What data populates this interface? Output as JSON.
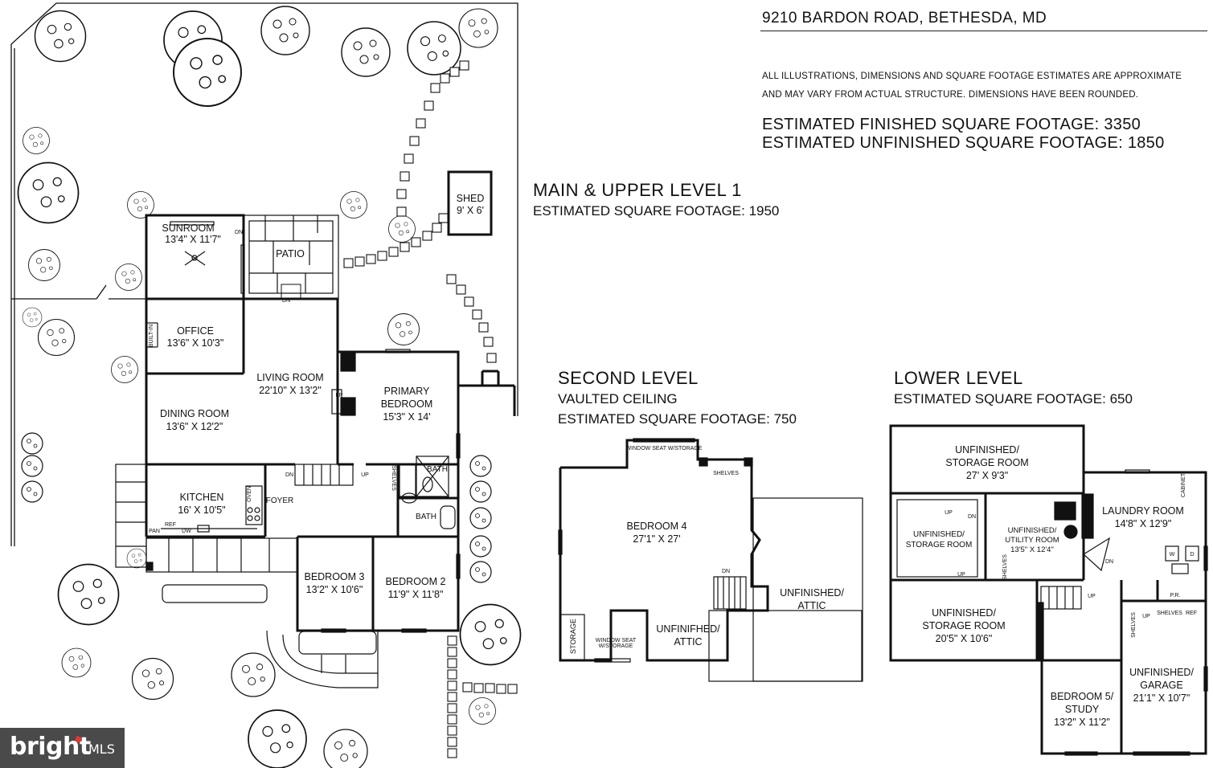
{
  "address": "9210 BARDON ROAD, BETHESDA, MD",
  "disclaimer": {
    "line1": "ALL ILLUSTRATIONS, DIMENSIONS AND SQUARE FOOTAGE ESTIMATES ARE APPROXIMATE",
    "line2": "AND MAY VARY FROM ACTUAL STRUCTURE. DIMENSIONS HAVE BEEN ROUNDED."
  },
  "totals": {
    "finished": "ESTIMATED FINISHED SQUARE FOOTAGE: 3350",
    "unfinished": "ESTIMATED UNFINISHED SQUARE FOOTAGE: 1850"
  },
  "main_level": {
    "title": "MAIN & UPPER LEVEL 1",
    "sqft": "ESTIMATED SQUARE FOOTAGE: 1950",
    "rooms": {
      "sunroom": {
        "name": "SUNROOM",
        "dims": "13'4\" X 11'7\""
      },
      "patio": {
        "name": "PATIO"
      },
      "shed": {
        "name": "SHED",
        "dims": "9' X 6'"
      },
      "office": {
        "name": "OFFICE",
        "dims": "13'6\" X 10'3\""
      },
      "living": {
        "name": "LIVING ROOM",
        "dims": "22'10\" X 13'2\""
      },
      "dining": {
        "name": "DINING ROOM",
        "dims": "13'6\" X 12'2\""
      },
      "primary": {
        "name1": "PRIMARY",
        "name2": "BEDROOM",
        "dims": "15'3\" X 14'"
      },
      "kitchen": {
        "name": "KITCHEN",
        "dims": "16' X 10'5\""
      },
      "foyer": {
        "name": "FOYER"
      },
      "bath1": {
        "name": "BATH"
      },
      "bath2": {
        "name": "BATH"
      },
      "bed3": {
        "name": "BEDROOM 3",
        "dims": "13'2\" X 10'6\""
      },
      "bed2": {
        "name": "BEDROOM 2",
        "dims": "11'9\" X 11'8\""
      }
    },
    "labels": {
      "dn": "DN",
      "up": "UP",
      "fp": "FP",
      "builtin": "BUILT-IN",
      "pan": "PAN",
      "ref": "REF",
      "dw": "DW",
      "oven": "OVEN",
      "shelves": "SHELVES"
    }
  },
  "second_level": {
    "title": "SECOND LEVEL",
    "line2": "VAULTED CEILING",
    "sqft": "ESTIMATED SQUARE FOOTAGE: 750",
    "rooms": {
      "bed4": {
        "name": "BEDROOM 4",
        "dims": "27'1\" X 27'"
      },
      "attic1": {
        "name1": "UNFINIFHED/",
        "name2": "ATTIC"
      },
      "attic2": {
        "name1": "UNFINISHED/",
        "name2": "ATTIC"
      },
      "storage": {
        "name": "STORAGE"
      }
    },
    "labels": {
      "seat": "WINDOW SEAT W/STORAGE",
      "seat_a": "WINDOW SEAT",
      "seat_b": "W/STORAGE",
      "shelves": "SHELVES",
      "dn": "DN"
    }
  },
  "lower_level": {
    "title": "LOWER LEVEL",
    "sqft": "ESTIMATED SQUARE FOOTAGE: 650",
    "rooms": {
      "storage_top": {
        "name1": "UNFINISHED/",
        "name2": "STORAGE ROOM",
        "dims": "27' X 9'3\""
      },
      "storage_left": {
        "name1": "UNFINISHED/",
        "name2": "STORAGE ROOM"
      },
      "utility": {
        "name1": "UNFINISHED/",
        "name2": "UTILITY ROOM",
        "dims": "13'5\" X 12'4\""
      },
      "laundry": {
        "name": "LAUNDRY ROOM",
        "dims": "14'8\" X 12'9\""
      },
      "storage_bottom": {
        "name1": "UNFINISHED/",
        "name2": "STORAGE ROOM",
        "dims": "20'5\" X 10'6\""
      },
      "bed5": {
        "name1": "BEDROOM 5/",
        "name2": "STUDY",
        "dims": "13'2\" X 11'2\""
      },
      "garage": {
        "name1": "UNFINISHED/",
        "name2": "GARAGE",
        "dims": "21'1\" X 10'7\""
      }
    },
    "labels": {
      "up": "UP",
      "dn": "DN",
      "shelves": "SHELVES",
      "cabinet": "CABINET",
      "w": "W",
      "d": "D",
      "pr": "P.R.",
      "ref": "REF"
    }
  },
  "logo": {
    "brand": "bright",
    "mls": "MLS",
    "accent_color": "#e23a2f"
  }
}
